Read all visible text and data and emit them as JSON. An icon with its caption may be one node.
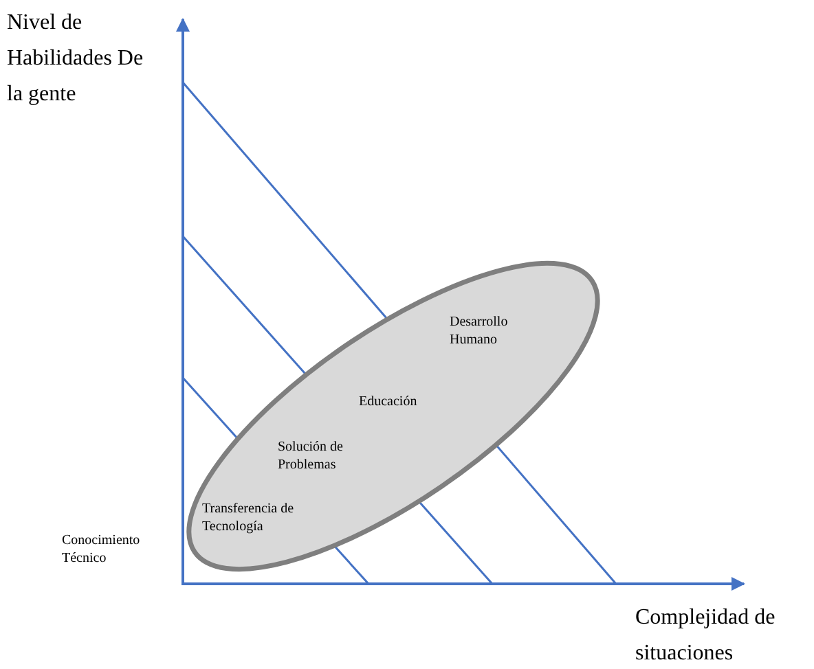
{
  "diagram": {
    "nodes": [
      {
        "text": [
          "Desarrollo Humano",
          "Educación",
          "Solución de Problemas",
          "Transferencia de Tecnología"
        ]
      }
    ],
    "labels": [
      "Nivel de Habilidades De la gente",
      "Conocimiento Técnico",
      "Complejidad de situaciones"
    ]
  }
}
